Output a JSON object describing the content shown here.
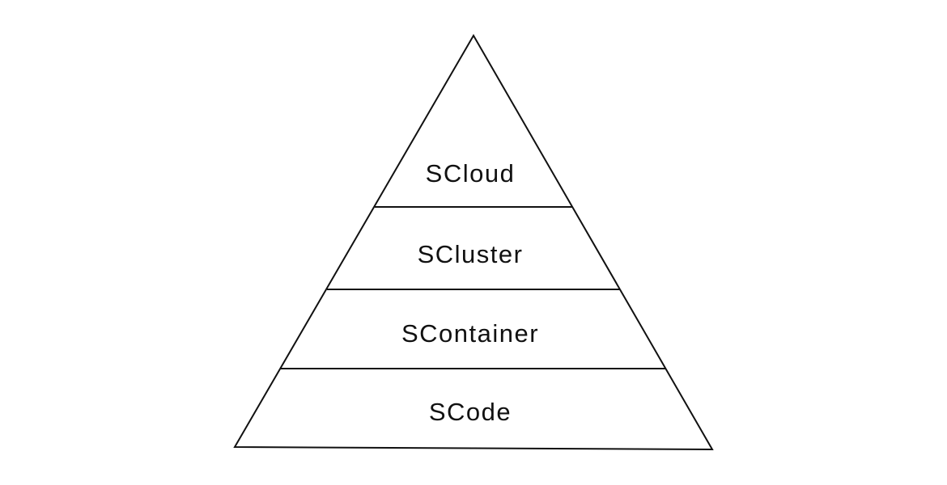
{
  "pyramid": {
    "layers": [
      {
        "label": "SCloud"
      },
      {
        "label": "SCluster"
      },
      {
        "label": "SContainer"
      },
      {
        "label": "SCode"
      }
    ],
    "stroke_color": "#111111",
    "background_color": "#ffffff"
  }
}
